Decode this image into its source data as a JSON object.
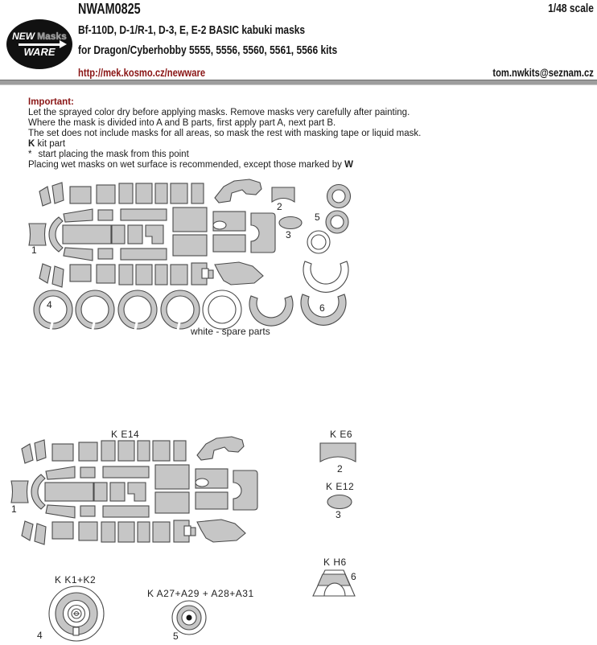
{
  "header": {
    "logo": {
      "word1": "NEW",
      "word2": "Masks",
      "word3": "WARE"
    },
    "product_code": "NWAM0825",
    "scale_note": "1/48 scale",
    "subject_line": "Bf-110D, D-1/R-1, D-3, E, E-2  BASIC kabuki masks",
    "kits_line": "for Dragon/Cyberhobby 5555, 5556, 5560, 5561, 5566 kits",
    "website": "http://mek.kosmo.cz/newware",
    "email": "tom.nwkits@seznam.cz"
  },
  "instructions": {
    "heading": "Important:",
    "line1": "Let the sprayed color dry before applying masks. Remove masks very carefully after painting.",
    "line2": "Where the mask is divided into A and B parts, first apply part A, next part B.",
    "line3": "The set does not include masks for all areas, so mask the rest with masking tape or liquid mask.",
    "kit_key": "K",
    "kit_text": " kit part",
    "star_key": "*",
    "star_text": "start placing the mask from this point",
    "wet_text": "Placing wet masks on wet surface is recommended, except those marked by ",
    "wet_marker": "W"
  },
  "sheet": {
    "labels": {
      "n1": "1",
      "n2": "2",
      "n3": "3",
      "n4": "4",
      "n5": "5",
      "n6": "6"
    },
    "spare_note": "white - spare parts"
  },
  "placements": {
    "ke14_title": "K E14",
    "ke14_n1": "1",
    "ke6_title": "K E6",
    "ke6_n2": "2",
    "ke12_title": "K E12",
    "ke12_n3": "3",
    "kh6_title": "K H6",
    "kh6_n6": "6",
    "kk_title": "K K1+K2",
    "kk_n4": "4",
    "ka_title": "K A27+A29 + A28+A31",
    "ka_n5": "5"
  },
  "colors": {
    "mask_fill": "#c6c6c6",
    "mask_stroke": "#4a4a4a",
    "accent_red": "#8a1616"
  }
}
